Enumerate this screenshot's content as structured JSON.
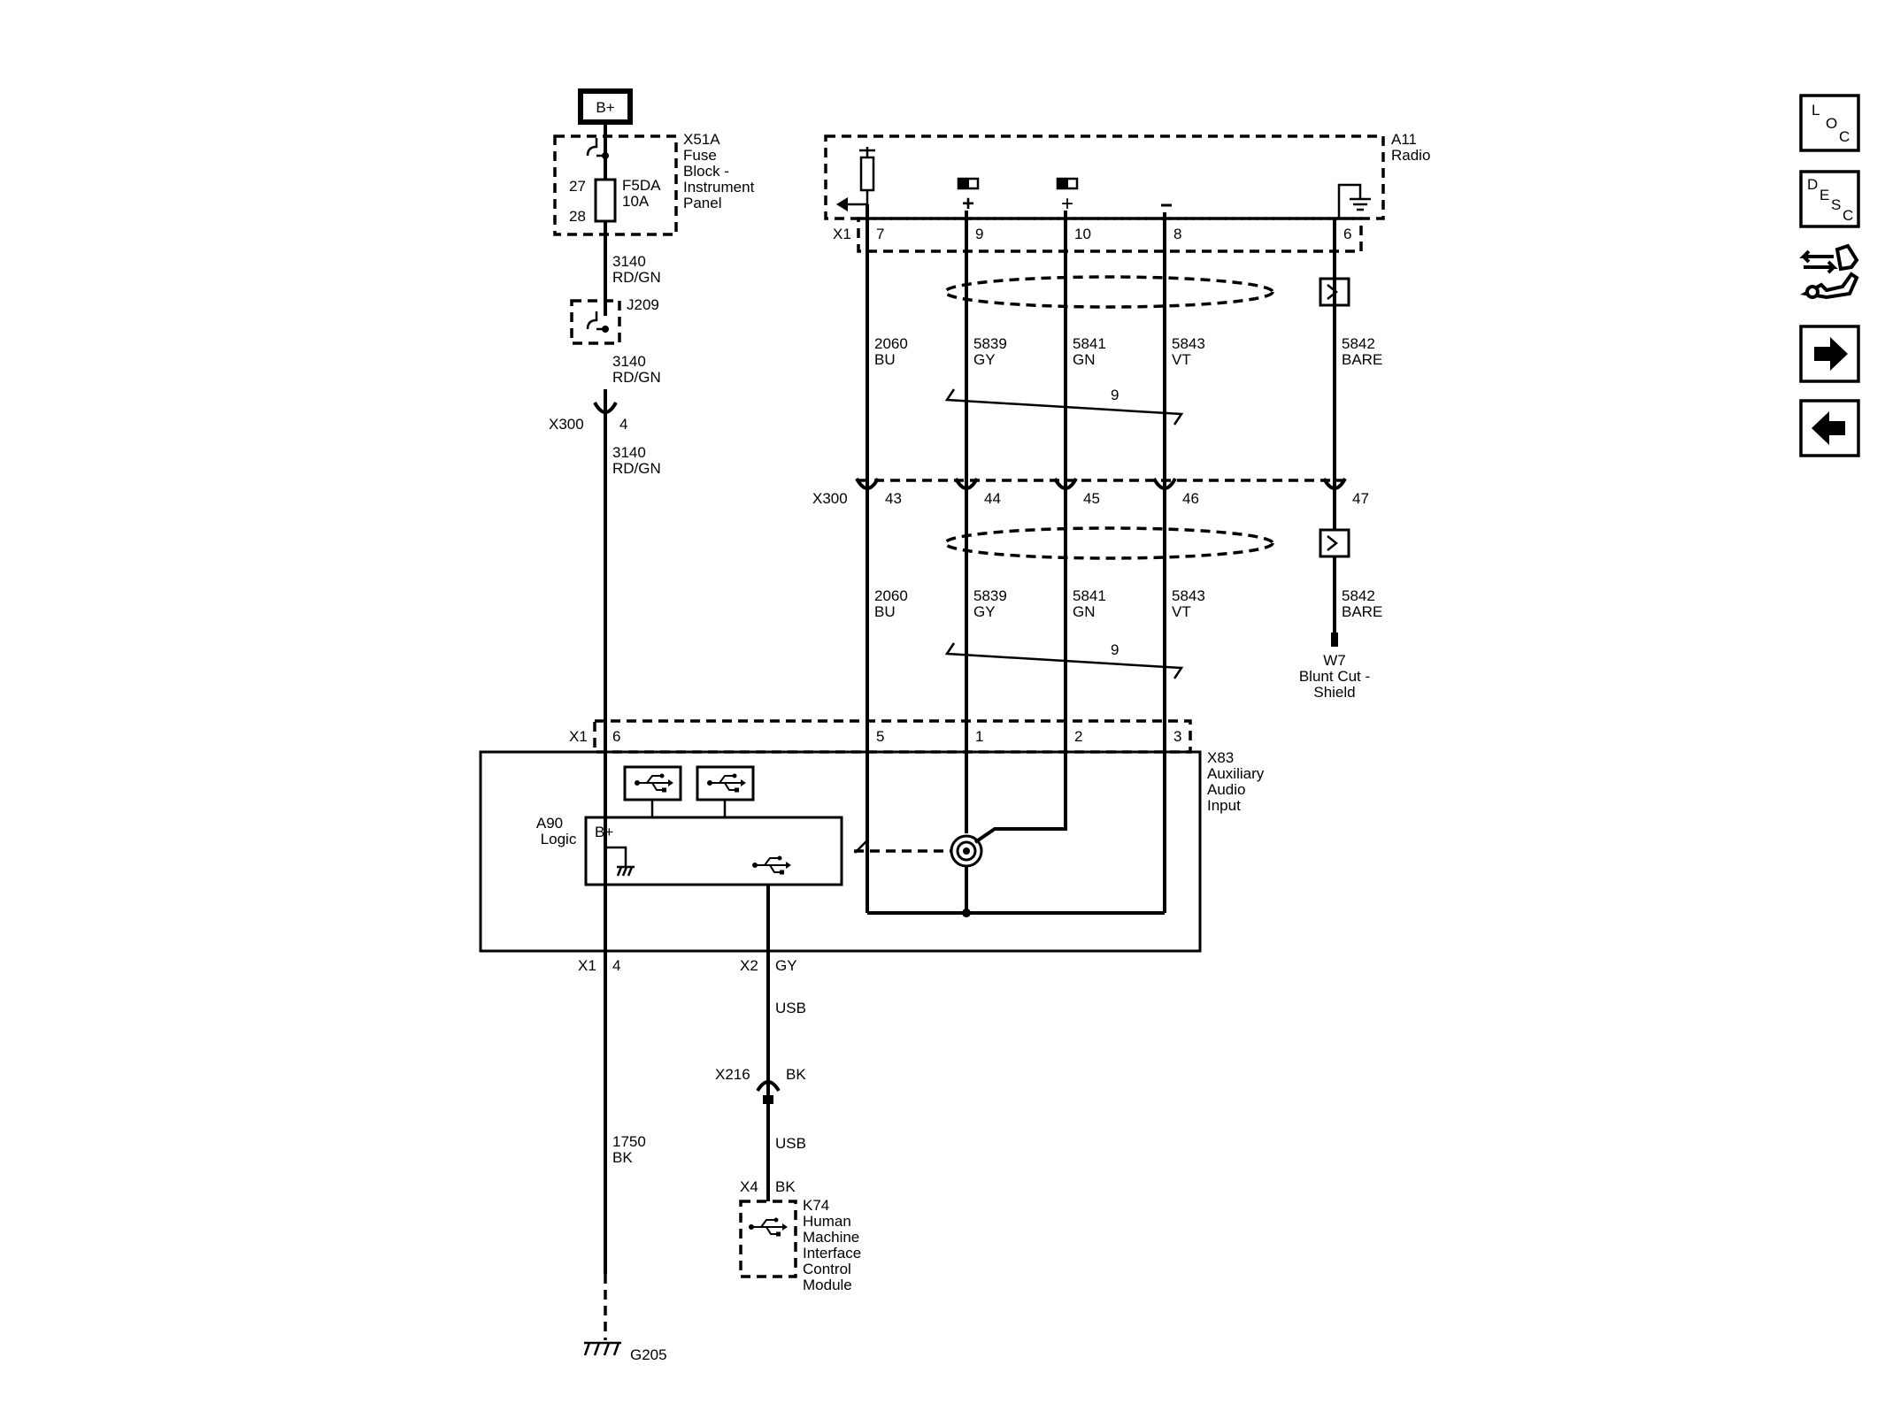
{
  "power": {
    "bplus": "B+"
  },
  "fuse_block": {
    "id": "X51A",
    "name_lines": [
      "Fuse",
      "Block -",
      "Instrument",
      "Panel"
    ],
    "pin_top": "27",
    "pin_bottom": "28",
    "fuse": "F5DA",
    "rating": "10A"
  },
  "radio": {
    "id": "A11",
    "name": "Radio",
    "connector": "X1",
    "pins": [
      "7",
      "9",
      "10",
      "8",
      "6"
    ]
  },
  "wires": {
    "w3140_num": "3140",
    "w3140_color": "RD/GN",
    "w2060_num": "2060",
    "w2060_color": "BU",
    "w5839_num": "5839",
    "w5839_color": "GY",
    "w5841_num": "5841",
    "w5841_color": "GN",
    "w5843_num": "5843",
    "w5843_color": "VT",
    "w5842_num": "5842",
    "w5842_color": "BARE",
    "w1750_num": "1750",
    "w1750_color": "BK",
    "twist_count": "9"
  },
  "splice": {
    "id": "J209"
  },
  "x300": {
    "id": "X300",
    "pin_main": "4",
    "pins": [
      "43",
      "44",
      "45",
      "46",
      "47"
    ]
  },
  "shield": {
    "id": "W7",
    "lines": [
      "Blunt Cut -",
      "Shield"
    ]
  },
  "aux": {
    "id": "X83",
    "name_lines": [
      "Auxiliary",
      "Audio",
      "Input"
    ],
    "connector": "X1",
    "pins": [
      "6",
      "5",
      "1",
      "2",
      "3"
    ],
    "logic_id": "A90",
    "logic_name": "Logic",
    "logic_bplus": "B+",
    "bottom_x1": "X1",
    "bottom_x1_pin": "4",
    "bottom_x2": "X2",
    "bottom_x2_color": "GY"
  },
  "usb_path": {
    "usb_label": "USB",
    "x216": "X216",
    "x216_color": "BK",
    "usb_label2": "USB",
    "x4": "X4",
    "x4_color": "BK"
  },
  "k74": {
    "id": "K74",
    "name_lines": [
      "Human",
      "Machine",
      "Interface",
      "Control",
      "Module"
    ]
  },
  "ground": {
    "id": "G205"
  },
  "sidebar": {
    "loc": [
      "L",
      "O",
      "C"
    ],
    "desc": [
      "D",
      "E",
      "S",
      "C"
    ],
    "icons": [
      "connector-icon",
      "forward-arrow-icon",
      "back-arrow-icon"
    ]
  }
}
